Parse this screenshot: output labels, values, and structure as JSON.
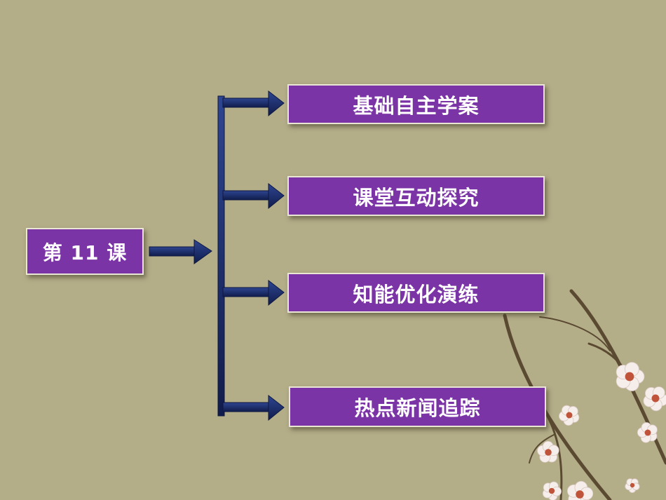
{
  "diagram": {
    "root": {
      "label": "第 11 课"
    },
    "items": [
      {
        "label": "基础自主学案"
      },
      {
        "label": "课堂互动探究"
      },
      {
        "label": "知能优化演练"
      },
      {
        "label": "热点新闻追踪"
      }
    ]
  },
  "colors": {
    "background": "#b3ad88",
    "box_fill": "#7b34a6",
    "box_border": "#e9e6d4",
    "connector": "#1c2c68",
    "branch": "#5b4a32",
    "petal": "#f6eeea",
    "petal_center": "#c0543a"
  },
  "decoration": {
    "icon": "plum-blossom-branch-icon"
  }
}
